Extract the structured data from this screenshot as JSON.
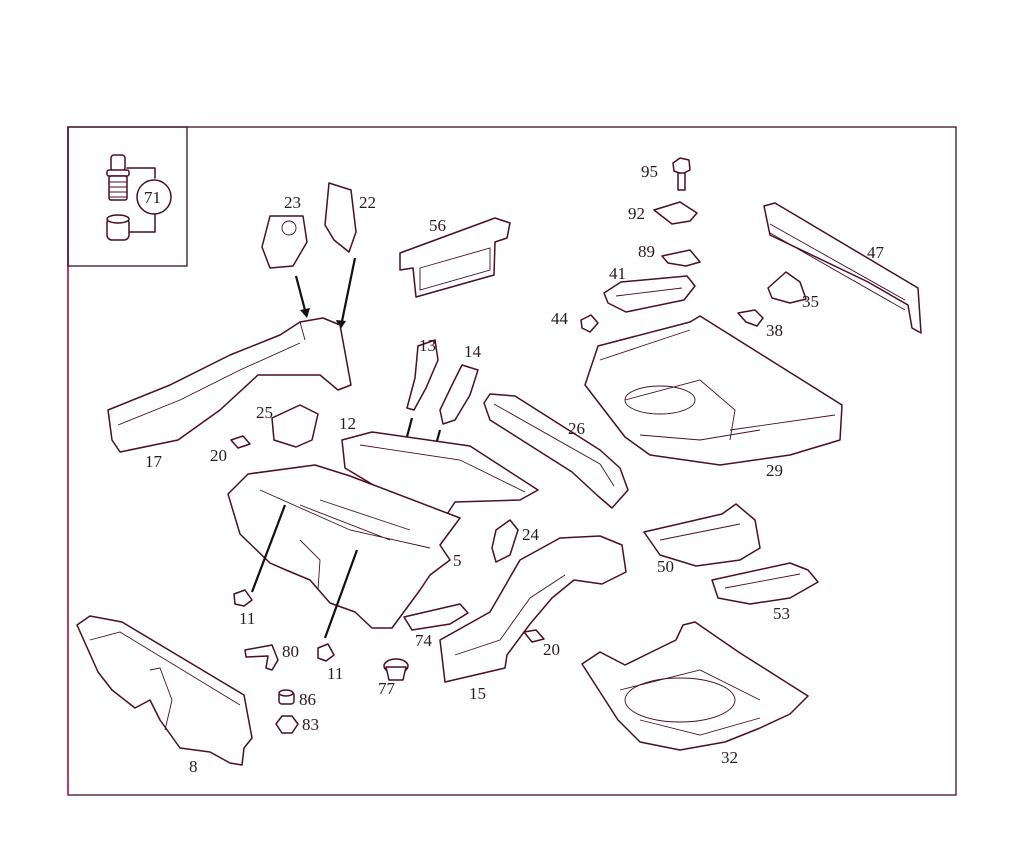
{
  "colors": {
    "line": "#4a0f22",
    "label": "#2a1a20",
    "frame": "#3b1020",
    "left_edge": "#c21d4b"
  },
  "inset": {
    "callout": "71"
  },
  "parts": {
    "p5": "5",
    "p8": "8",
    "p11a": "11",
    "p11b": "11",
    "p12": "12",
    "p13": "13",
    "p14": "14",
    "p15": "15",
    "p17": "17",
    "p20a": "20",
    "p20b": "20",
    "p22": "22",
    "p23": "23",
    "p24": "24",
    "p25": "25",
    "p26": "26",
    "p29": "29",
    "p32": "32",
    "p35": "35",
    "p38": "38",
    "p41": "41",
    "p44": "44",
    "p47": "47",
    "p50": "50",
    "p53": "53",
    "p56": "56",
    "p74": "74",
    "p77": "77",
    "p80": "80",
    "p83": "83",
    "p86": "86",
    "p89": "89",
    "p92": "92",
    "p95": "95"
  }
}
